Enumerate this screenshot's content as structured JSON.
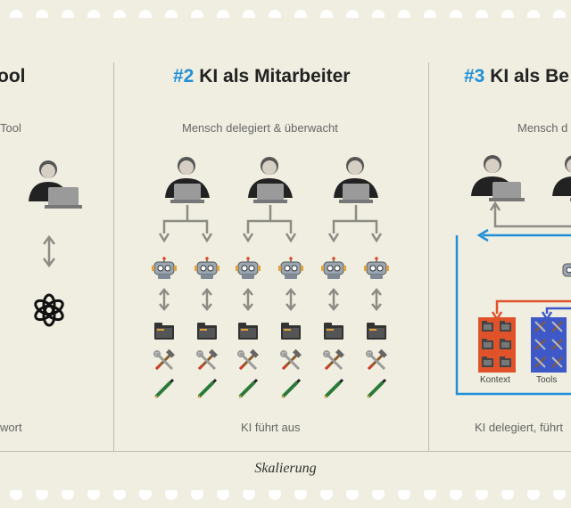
{
  "columns": [
    {
      "num": "",
      "title": "ool",
      "top_caption": "Tool",
      "bottom_caption": "wort"
    },
    {
      "num": "#2",
      "title": "KI als Mitarbeiter",
      "top_caption": "Mensch delegiert & überwacht",
      "bottom_caption": "KI führt aus"
    },
    {
      "num": "#3",
      "title": "KI als Be",
      "top_caption": "Mensch d",
      "bottom_caption": "KI delegiert, führt"
    }
  ],
  "col3_labels": {
    "context": "Kontext",
    "tools": "Tools"
  },
  "footer": "Skalierung",
  "colors": {
    "accent_blue": "#1f8fd8",
    "orange": "#e0522a",
    "box_blue": "#3f58c8",
    "arrow_gray": "#8c8c84",
    "background": "#efeee0"
  },
  "icons": [
    "person-with-laptop-icon",
    "double-arrow-icon",
    "openai-logo-icon",
    "robot-icon",
    "folder-icon",
    "hammer-wrench-icon",
    "pen-icon"
  ]
}
